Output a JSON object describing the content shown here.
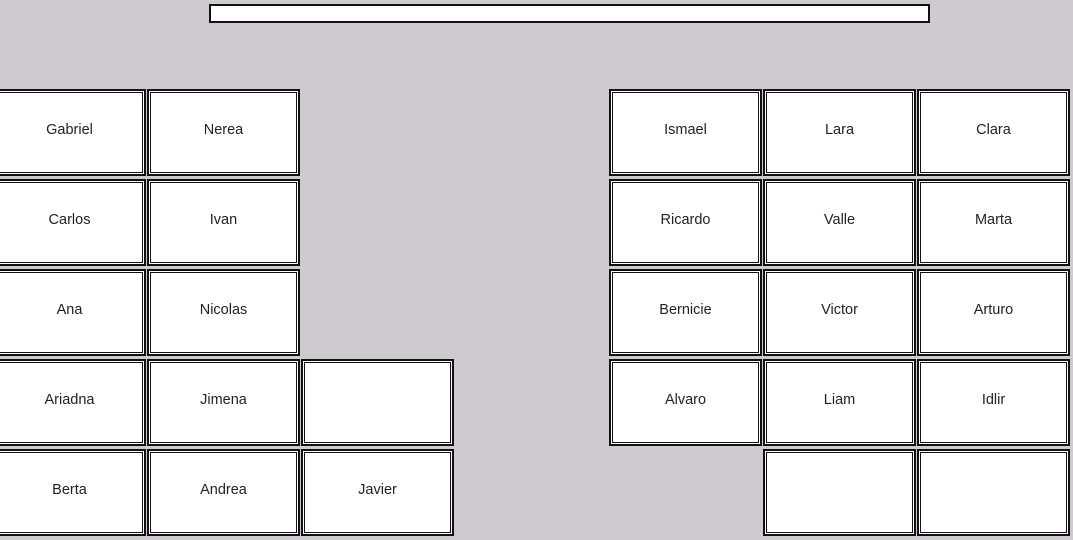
{
  "header": {
    "input_value": ""
  },
  "left_group": {
    "rows": [
      [
        "Gabriel",
        "Nerea"
      ],
      [
        "Carlos",
        "Ivan"
      ],
      [
        "Ana",
        "Nicolas"
      ],
      [
        "Ariadna",
        "Jimena",
        ""
      ],
      [
        "Berta",
        "Andrea",
        "Javier"
      ]
    ]
  },
  "right_group": {
    "rows": [
      [
        "Ismael",
        "Lara",
        "Clara"
      ],
      [
        "Ricardo",
        "Valle",
        "Marta"
      ],
      [
        "Bernicie",
        "Victor",
        "Arturo"
      ],
      [
        "Alvaro",
        "Liam",
        "Idlir"
      ],
      [
        "",
        ""
      ]
    ]
  }
}
